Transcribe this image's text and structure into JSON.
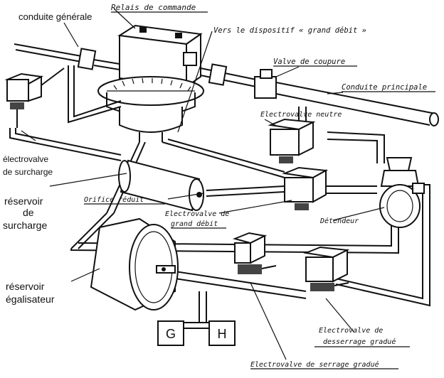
{
  "labels": {
    "conduite_generale": "conduite générale",
    "relais_commande": "Relais de commande",
    "vers_dispositif": "Vers le dispositif « grand débit »",
    "valve_coupure": "Valve de coupure",
    "conduite_principale": "Conduite principale",
    "electrovalve_neutre": "Electrovalve neutre",
    "electrovalve_surcharge_1": "électrovalve",
    "electrovalve_surcharge_2": "de surcharge",
    "reservoir_surcharge_1": "réservoir",
    "reservoir_surcharge_2": "de",
    "reservoir_surcharge_3": "surcharge",
    "orifice_reduit": "Orifice réduit",
    "electrovalve_grand_debit_1": "Electrovalve de",
    "electrovalve_grand_debit_2": "grand débit",
    "detendeur": "Détendeur",
    "reservoir_egalisateur_1": "réservoir",
    "reservoir_egalisateur_2": "égalisateur",
    "electrovalve_desserrage_1": "Electrovalve de",
    "electrovalve_desserrage_2": "desserrage gradué",
    "electrovalve_serrage": "Electrovalve de serrage gradué",
    "box_g": "G",
    "box_h": "H"
  }
}
